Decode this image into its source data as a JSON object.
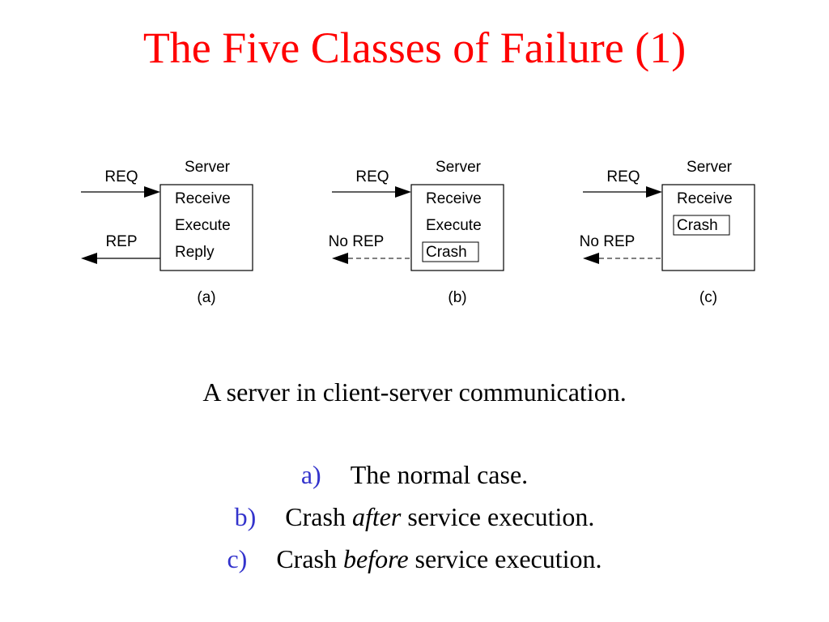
{
  "colors": {
    "title": "#ff0000",
    "marker": "#3333cc",
    "text": "#000000"
  },
  "title": "The Five Classes of Failure (1)",
  "panels": [
    {
      "id": "a",
      "server": "Server",
      "in_label": "REQ",
      "out_label": "REP",
      "reply": "solid",
      "lines": [
        {
          "text": "Receive",
          "boxed": false
        },
        {
          "text": "Execute",
          "boxed": false
        },
        {
          "text": "Reply",
          "boxed": false
        }
      ],
      "caption": "(a)"
    },
    {
      "id": "b",
      "server": "Server",
      "in_label": "REQ",
      "out_label": "No REP",
      "reply": "dashed",
      "lines": [
        {
          "text": "Receive",
          "boxed": false
        },
        {
          "text": "Execute",
          "boxed": false
        },
        {
          "text": "Crash",
          "boxed": true
        }
      ],
      "caption": "(b)"
    },
    {
      "id": "c",
      "server": "Server",
      "in_label": "REQ",
      "out_label": "No REP",
      "reply": "dashed",
      "lines": [
        {
          "text": "Receive",
          "boxed": false
        },
        {
          "text": "Crash",
          "boxed": true
        }
      ],
      "caption": "(c)"
    }
  ],
  "caption": "A server in client-server communication.",
  "list": [
    {
      "marker": "a)",
      "parts": [
        {
          "text": "The normal case.",
          "italic": false
        }
      ]
    },
    {
      "marker": "b)",
      "parts": [
        {
          "text": "Crash ",
          "italic": false
        },
        {
          "text": "after",
          "italic": true
        },
        {
          "text": " service execution.",
          "italic": false
        }
      ]
    },
    {
      "marker": "c)",
      "parts": [
        {
          "text": "Crash ",
          "italic": false
        },
        {
          "text": "before",
          "italic": true
        },
        {
          "text": " service execution.",
          "italic": false
        }
      ]
    }
  ]
}
